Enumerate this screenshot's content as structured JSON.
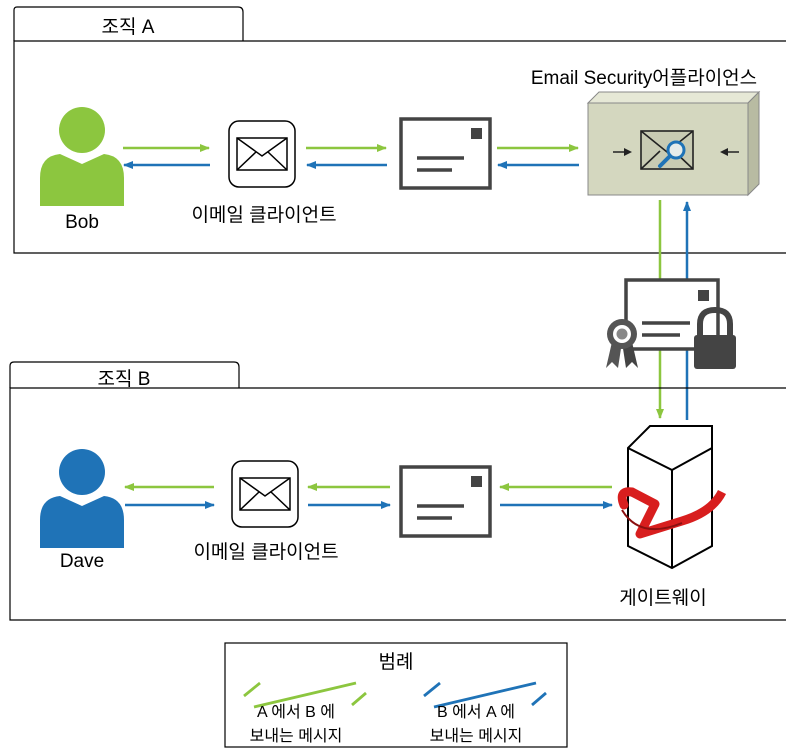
{
  "org_a": {
    "tab_label": "조직 A"
  },
  "org_b": {
    "tab_label": "조직 B"
  },
  "bob": {
    "name": "Bob"
  },
  "dave": {
    "name": "Dave"
  },
  "email_client_a": {
    "label": "이메일 클라이언트"
  },
  "email_client_b": {
    "label": "이메일 클라이언트"
  },
  "appliance": {
    "label": "Email Security어플라이언스"
  },
  "gateway": {
    "label": "게이트웨이"
  },
  "legend": {
    "title": "범례",
    "a_to_b": {
      "line1": "A 에서 B 에",
      "line2": "보내는 메시지"
    },
    "b_to_a": {
      "line1": "B 에서 A 에",
      "line2": "보내는 메시지"
    }
  },
  "colors": {
    "a_to_b": "#8cc63f",
    "b_to_a": "#1f73b7",
    "bob": "#8cc63f",
    "dave": "#1f73b7"
  },
  "icons": [
    "person-icon",
    "email-client-icon",
    "message-icon",
    "appliance-icon",
    "certificate-icon",
    "lock-icon",
    "gateway-server-icon"
  ]
}
